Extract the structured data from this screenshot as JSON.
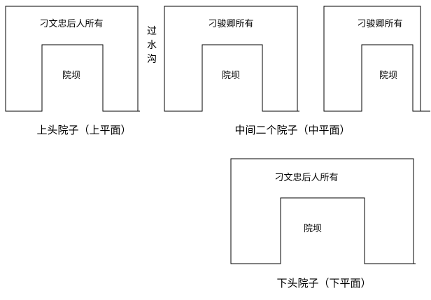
{
  "compounds": [
    {
      "owner": "刁文忠后人所有",
      "yard": "院坝",
      "caption": "上头院子（上平面）"
    },
    {
      "owner": "刁骏卿所有",
      "yard": "院坝",
      "caption": "中间二个院子（中平面）"
    },
    {
      "owner": "刁骏卿所有",
      "yard": "院坝",
      "caption": ""
    },
    {
      "owner": "刁文忠后人所有",
      "yard": "院坝",
      "caption": "下头院子（下平面）"
    }
  ],
  "ditch_label": [
    "过",
    "水",
    "沟"
  ],
  "colors": {
    "line": "#000000",
    "text": "#000000",
    "background": "#ffffff"
  }
}
